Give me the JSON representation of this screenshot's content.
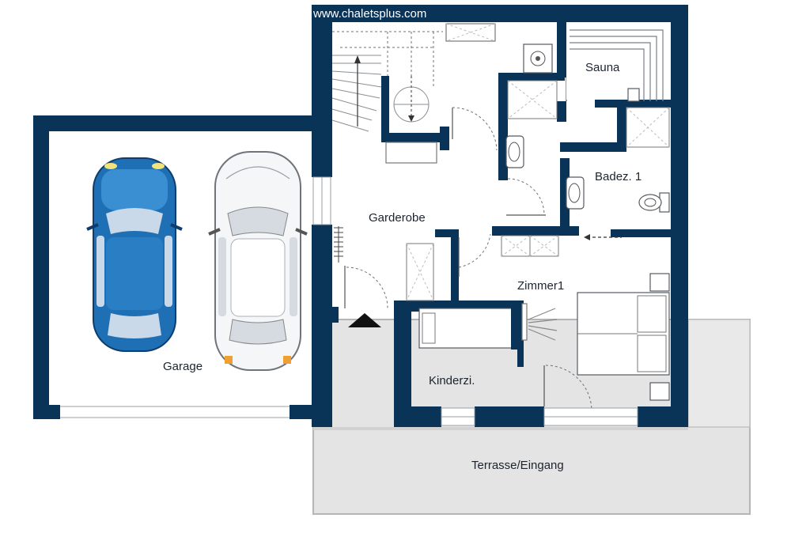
{
  "watermark": "www.chaletsplus.com",
  "rooms": {
    "garage": "Garage",
    "garderobe": "Garderobe",
    "sauna": "Sauna",
    "bathroom": "Badez. 1",
    "room1": "Zimmer1",
    "kids_room": "Kinderzi.",
    "terrace": "Terrasse/Eingang"
  },
  "colors": {
    "wall": "#0a3358",
    "terrace": "#e4e4e4",
    "car_blue": "#1f6fb5",
    "car_white": "#f4f6f8"
  },
  "icons": [
    "stairs-icon",
    "car-icon",
    "bed-icon",
    "toilet-icon",
    "sink-icon",
    "shower-icon",
    "entrance-arrow-icon"
  ]
}
